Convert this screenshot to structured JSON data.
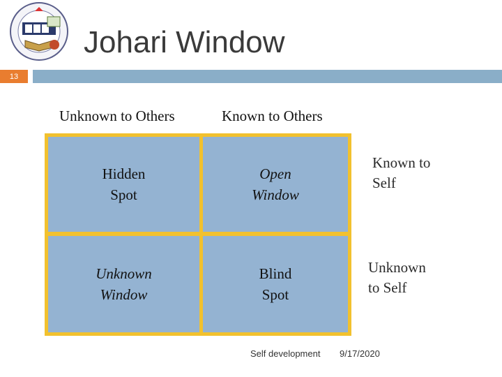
{
  "slide": {
    "title": "Johari Window",
    "number": "13"
  },
  "columns": {
    "left": "Unknown to Others",
    "right": "Known to Others"
  },
  "quadrants": {
    "top_left": [
      "Hidden",
      "Spot"
    ],
    "top_right": [
      "Open",
      "Window"
    ],
    "bottom_left": [
      "Unknown",
      "Window"
    ],
    "bottom_right": [
      "Blind",
      "Spot"
    ]
  },
  "rows": {
    "top": [
      "Known to",
      "Self"
    ],
    "bottom": [
      "Unknown",
      "to Self"
    ]
  },
  "footer": {
    "center": "Self development",
    "date": "9/17/2020"
  },
  "colors": {
    "accent_orange": "#e97d2f",
    "header_bar": "#8aaec8",
    "grid_border": "#f2c12e",
    "cell_fill": "#94b3d2"
  },
  "icons": {
    "logo": "institute-emblem-logo"
  }
}
